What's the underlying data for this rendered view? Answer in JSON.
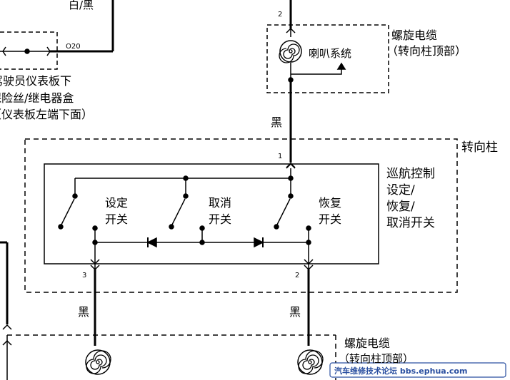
{
  "wire_colors": {
    "top_left": "白/黑",
    "horn_to_switch": "黑",
    "left_bottom": "黑",
    "right_bottom": "黑"
  },
  "connectors": {
    "left_code": "O20",
    "top_pin": "2",
    "switch_top_pin": "1",
    "switch_left_pin": "3",
    "switch_right_pin": "2"
  },
  "labels": {
    "panel_line1": "驾驶员仪表板下",
    "panel_line2": "保险丝/继电器盒",
    "panel_line3": "（仪表板左端下面）",
    "spiral_top_line1": "螺旋电缆",
    "spiral_top_line2": "（转向柱顶部）",
    "horn": "喇叭系统",
    "steering_column": "转向柱",
    "cruise_line1": "巡航控制",
    "cruise_line2": "设定/",
    "cruise_line3": "恢复/",
    "cruise_line4": "取消开关",
    "set_line1": "设定",
    "set_line2": "开关",
    "cancel_line1": "取消",
    "cancel_line2": "开关",
    "resume_line1": "恢复",
    "resume_line2": "开关",
    "spiral_bottom_line1": "螺旋电缆",
    "spiral_bottom_line2": "（转向柱顶部）"
  },
  "watermark": "汽车维修技术论坛 bbs.ephua.com",
  "colors": {
    "line": "#000000",
    "watermark": "#2a4fa0"
  }
}
